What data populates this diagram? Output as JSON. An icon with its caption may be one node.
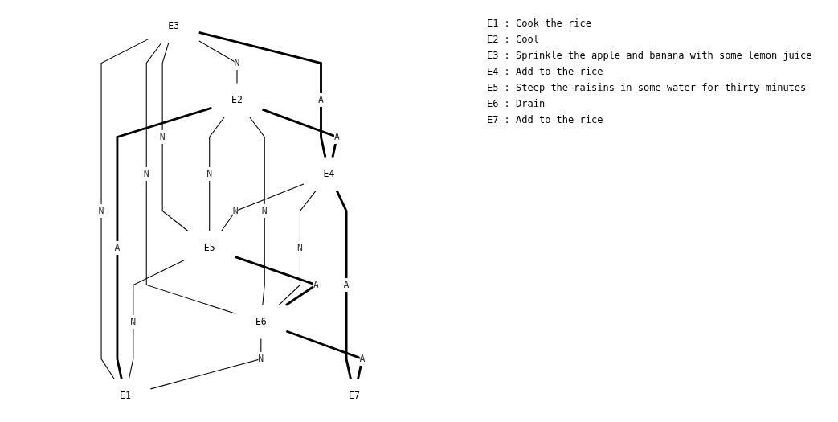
{
  "diagram": {
    "nodes": [
      {
        "text": [
          "E1"
        ]
      },
      {
        "text": [
          "E2"
        ]
      },
      {
        "text": [
          "E3"
        ]
      },
      {
        "text": [
          "E4"
        ]
      },
      {
        "text": [
          "E5"
        ]
      },
      {
        "text": [
          "E6"
        ]
      },
      {
        "text": [
          "E7"
        ]
      }
    ],
    "edges": [
      {
        "from": 2,
        "to": 1,
        "arrow": "none",
        "label": "N"
      },
      {
        "from": 2,
        "to": 3,
        "arrow": "none",
        "label": "A",
        "style": "thick"
      },
      {
        "from": 2,
        "to": 5,
        "arrow": "none",
        "label": "N"
      },
      {
        "from": 2,
        "to": 0,
        "arrow": "none",
        "label": "N"
      },
      {
        "from": 2,
        "to": 4,
        "arrow": "none",
        "label": "N"
      },
      {
        "from": 1,
        "to": 3,
        "arrow": "none",
        "label": "A",
        "style": "thick"
      },
      {
        "from": 1,
        "to": 0,
        "arrow": "none",
        "label": "A",
        "style": "thick"
      },
      {
        "from": 1,
        "to": 4,
        "arrow": "none",
        "label": "N"
      },
      {
        "from": 1,
        "to": 5,
        "arrow": "none",
        "label": "N"
      },
      {
        "from": 3,
        "to": 4,
        "arrow": "none",
        "label": "N"
      },
      {
        "from": 3,
        "to": 5,
        "arrow": "none",
        "label": "N"
      },
      {
        "from": 3,
        "to": 6,
        "arrow": "none",
        "label": "A",
        "style": "thick"
      },
      {
        "from": 4,
        "to": 0,
        "arrow": "none",
        "label": "N"
      },
      {
        "from": 4,
        "to": 5,
        "arrow": "none",
        "label": "A",
        "style": "thick"
      },
      {
        "from": 5,
        "to": 6,
        "arrow": "none",
        "label": "A",
        "style": "thick"
      },
      {
        "from": 5,
        "to": 0,
        "arrow": "none",
        "label": "N"
      }
    ],
    "labels": [
      "E1 : Cook the rice",
      "E2 : Cool",
      "E3 : Sprinkle the apple and banana with some lemon juice",
      "E4 : Add to the rice",
      "E5 : Steep the raisins in some water for thirty minutes",
      "E6 : Drain",
      "E7 : Add to the rice"
    ]
  }
}
